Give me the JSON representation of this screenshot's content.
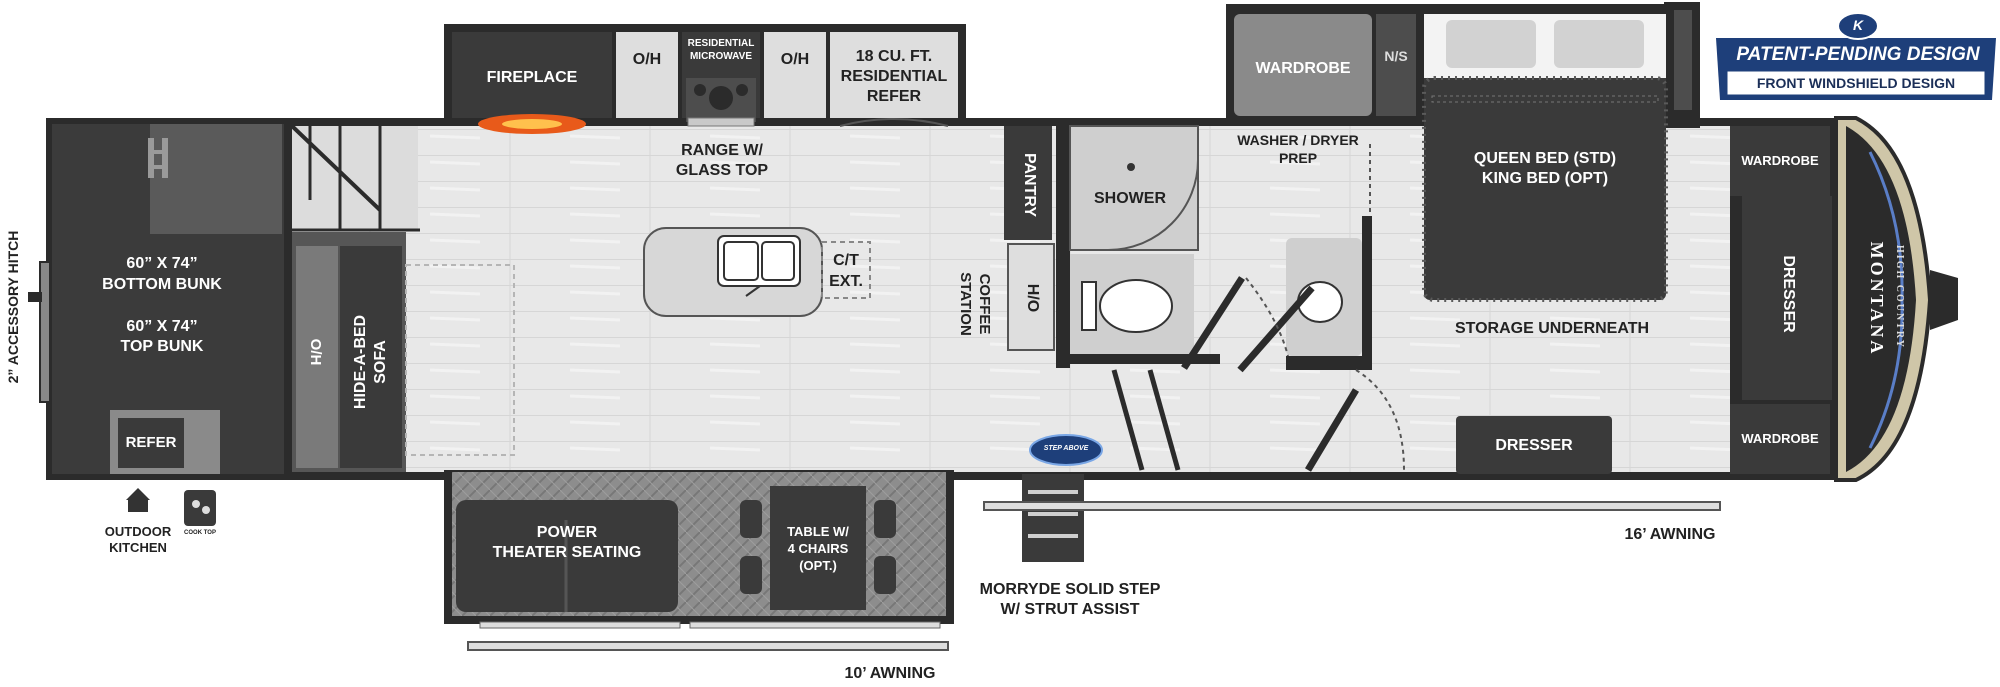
{
  "colors": {
    "wall": "#2b2b2b",
    "cabinet": "#3a3a3a",
    "floor": "#e9e9e9",
    "badge_blue": "#1e3f7a",
    "flame": "#e85a1a"
  },
  "labels": {
    "fireplace": "FIREPLACE",
    "oh_left": "O/H",
    "microwave_l1": "RESIDENTIAL",
    "microwave_l2": "MICROWAVE",
    "oh_right": "O/H",
    "refer_l1": "18 CU. FT.",
    "refer_l2": "RESIDENTIAL",
    "refer_l3": "REFER",
    "range_l1": "RANGE W/",
    "range_l2": "GLASS TOP",
    "ct_l1": "C/T",
    "ct_l2": "EXT.",
    "pantry": "PANTRY",
    "coffee_l1": "COFFEE",
    "coffee_l2": "STATION",
    "ho_coffee": "H/O",
    "shower": "SHOWER",
    "wardrobe_top": "WARDROBE",
    "ns": "N/S",
    "washer_l1": "WASHER / DRYER",
    "washer_l2": "PREP",
    "bed_l1": "QUEEN BED (STD)",
    "bed_l2": "KING BED (OPT)",
    "storage": "STORAGE UNDERNEATH",
    "wardrobe_front_top": "WARDROBE",
    "dresser_front": "DRESSER",
    "wardrobe_front_bottom": "WARDROBE",
    "dresser_bedroom": "DRESSER",
    "bunk_bottom_l1": "60” X 74”",
    "bunk_bottom_l2": "BOTTOM BUNK",
    "bunk_top_l1": "60” X 74”",
    "bunk_top_l2": "TOP BUNK",
    "oh_bunk": "O/H",
    "sofa_l1": "HIDE-A-BED",
    "sofa_l2": "SOFA",
    "refer_outdoor": "REFER",
    "outdoor_l1": "OUTDOOR",
    "outdoor_l2": "KITCHEN",
    "cooktop": "COOK TOP",
    "hitch": "2” ACCESSORY HITCH",
    "theater_l1": "POWER",
    "theater_l2": "THEATER SEATING",
    "table_l1": "TABLE W/",
    "table_l2": "4 CHAIRS",
    "table_l3": "(OPT.)",
    "step_l1": "MORRYDE SOLID STEP",
    "step_l2": "W/ STRUT ASSIST",
    "awning_10": "10’ AWNING",
    "awning_16": "16’ AWNING",
    "step_badge": "STEP ABOVE",
    "cap_brand": "MONTANA",
    "cap_sub": "HIGH COUNTRY"
  },
  "badge": {
    "title": "PATENT-PENDING DESIGN",
    "subtitle": "FRONT WINDSHIELD DESIGN",
    "logo_letter": "K"
  }
}
